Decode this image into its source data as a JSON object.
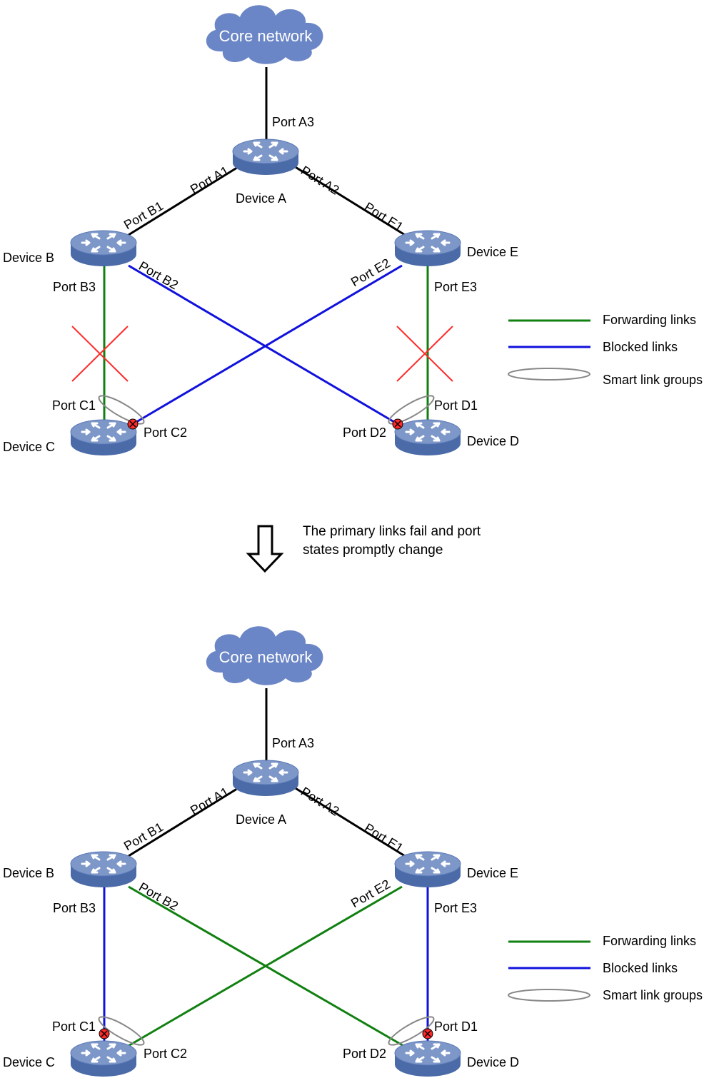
{
  "colors": {
    "forwarding": "#118011",
    "blocked": "#1111dd",
    "normal": "#000000",
    "failure_mark": "#ff2a2a",
    "smart_group": "#888888",
    "device_top": "#7d97c9",
    "device_side": "#4a6aa8",
    "cloud": "#6b86c6"
  },
  "legend": {
    "forwarding": "Forwarding links",
    "blocked": "Blocked links",
    "smart_group": "Smart link groups"
  },
  "transition": {
    "line1": "The primary links fail and port",
    "line2": "states promptly change"
  },
  "top": {
    "cloud": "Core network",
    "devices": {
      "a": "Device A",
      "b": "Device B",
      "c": "Device C",
      "d": "Device D",
      "e": "Device E"
    },
    "ports": {
      "a1": "Port A1",
      "a2": "Port A2",
      "a3": "Port A3",
      "b1": "Port B1",
      "b2": "Port B2",
      "b3": "Port B3",
      "c1": "Port C1",
      "c2": "Port C2",
      "d1": "Port D1",
      "d2": "Port D2",
      "e1": "Port E1",
      "e2": "Port E2",
      "e3": "Port E3"
    },
    "link_states": {
      "b3_c1": "forwarding",
      "e3_d1": "forwarding",
      "b2_d2": "blocked",
      "e2_c2": "blocked"
    },
    "failed_links": [
      "b3_c1",
      "e3_d1"
    ],
    "blocked_ports": [
      "c2",
      "d2"
    ]
  },
  "bottom": {
    "cloud": "Core network",
    "devices": {
      "a": "Device A",
      "b": "Device B",
      "c": "Device C",
      "d": "Device D",
      "e": "Device E"
    },
    "ports": {
      "a1": "Port A1",
      "a2": "Port A2",
      "a3": "Port A3",
      "b1": "Port B1",
      "b2": "Port B2",
      "b3": "Port B3",
      "c1": "Port C1",
      "c2": "Port C2",
      "d1": "Port D1",
      "d2": "Port D2",
      "e1": "Port E1",
      "e2": "Port E2",
      "e3": "Port E3"
    },
    "link_states": {
      "b3_c1": "blocked",
      "e3_d1": "blocked",
      "b2_d2": "forwarding",
      "e2_c2": "forwarding"
    },
    "failed_links": [],
    "blocked_ports": [
      "c1",
      "d1"
    ]
  }
}
